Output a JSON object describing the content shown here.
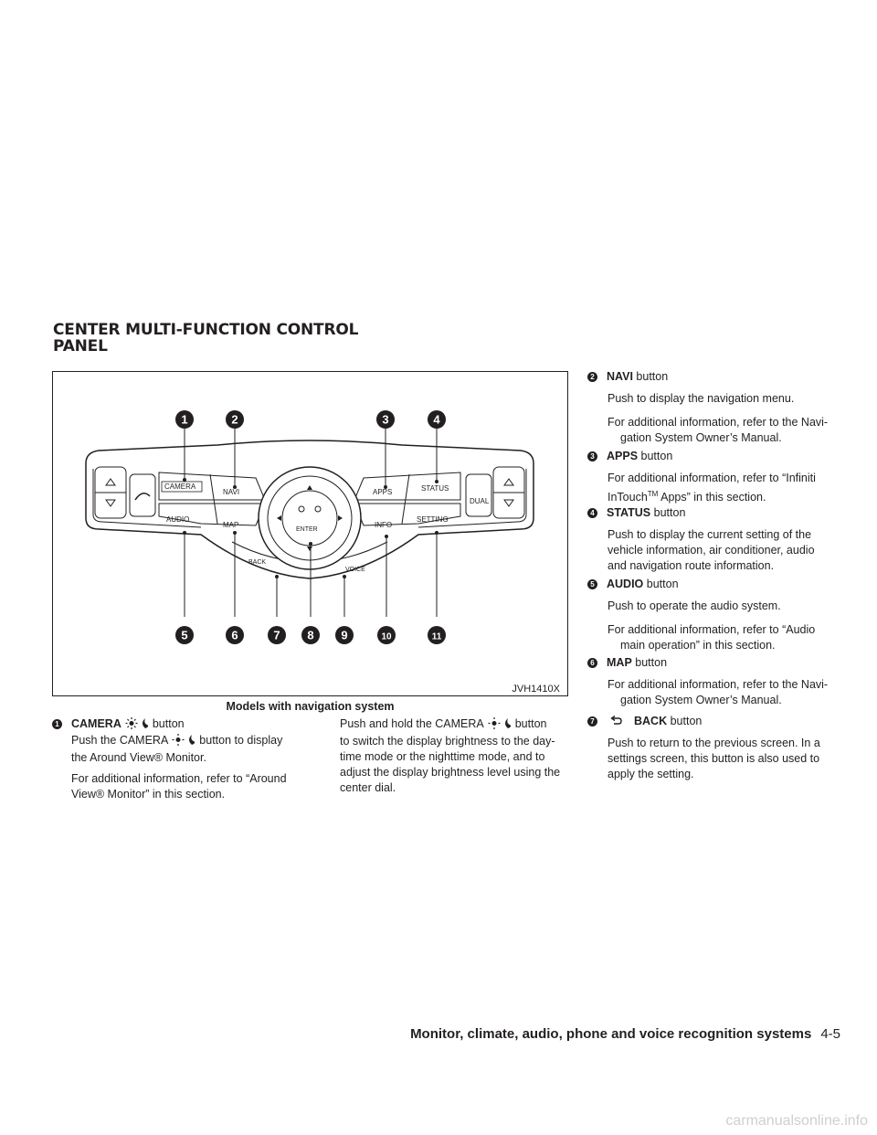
{
  "section": {
    "title_line1": "CENTER MULTI-FUNCTION CONTROL",
    "title_line2": "PANEL"
  },
  "figure": {
    "code": "JVH1410X",
    "caption": "Models with navigation system",
    "callouts": [
      "1",
      "2",
      "3",
      "4",
      "5",
      "6",
      "7",
      "8",
      "9",
      "10",
      "11"
    ],
    "panel_labels": {
      "camera": "CAMERA",
      "navi": "NAVI",
      "apps": "APPS",
      "status": "STATUS",
      "dual": "DUAL",
      "audio": "AUDIO",
      "map": "MAP",
      "info": "INFO",
      "setting": "SETTING",
      "back": "BACK",
      "voice": "VOICE",
      "enter": "ENTER"
    }
  },
  "items": {
    "camera": {
      "num": "1",
      "name": "CAMERA",
      "suffix": "button",
      "p1a": "Push the CAMERA",
      "p1b": "button to display",
      "p1c": "the Around View® Monitor.",
      "p2a": "For additional information, refer to “Around",
      "p2b": "View® Monitor” in this section.",
      "p3a": "Push and hold the CAMERA",
      "p3b": "button",
      "p3c": "to switch the display brightness to the day-",
      "p3d": "time mode or the nighttime mode, and to",
      "p3e": "adjust the display brightness level using the",
      "p3f": "center dial."
    },
    "navi": {
      "num": "2",
      "name": "NAVI",
      "suffix": "button",
      "p1": "Push to display the navigation menu.",
      "p2a": "For additional information, refer to the Navi-",
      "p2b": "gation System Owner’s Manual."
    },
    "apps": {
      "num": "3",
      "name": "APPS",
      "suffix": "button",
      "p1a": "For additional information, refer to “Infiniti",
      "p1b_pre": "InTouch",
      "p1b_sup": "TM",
      "p1b_post": " Apps” in this section."
    },
    "status": {
      "num": "4",
      "name": "STATUS",
      "suffix": "button",
      "p1a": "Push to display the current setting of the",
      "p1b": "vehicle information, air conditioner, audio",
      "p1c": "and navigation route information."
    },
    "audio": {
      "num": "5",
      "name": "AUDIO",
      "suffix": "button",
      "p1": "Push to operate the audio system.",
      "p2a": "For additional information, refer to “Audio",
      "p2b": "main operation” in this section."
    },
    "map": {
      "num": "6",
      "name": "MAP",
      "suffix": "button",
      "p1a": "For additional information, refer to the Navi-",
      "p1b": "gation System Owner’s Manual."
    },
    "back": {
      "num": "7",
      "name": "BACK",
      "suffix": "button",
      "p1a": "Push to return to the previous screen. In a",
      "p1b": "settings screen, this button is also used to",
      "p1c": "apply the setting."
    }
  },
  "footer": {
    "text": "Monitor, climate, audio, phone and voice recognition systems",
    "page": "4-5"
  },
  "watermark": "carmanualsonline.info"
}
